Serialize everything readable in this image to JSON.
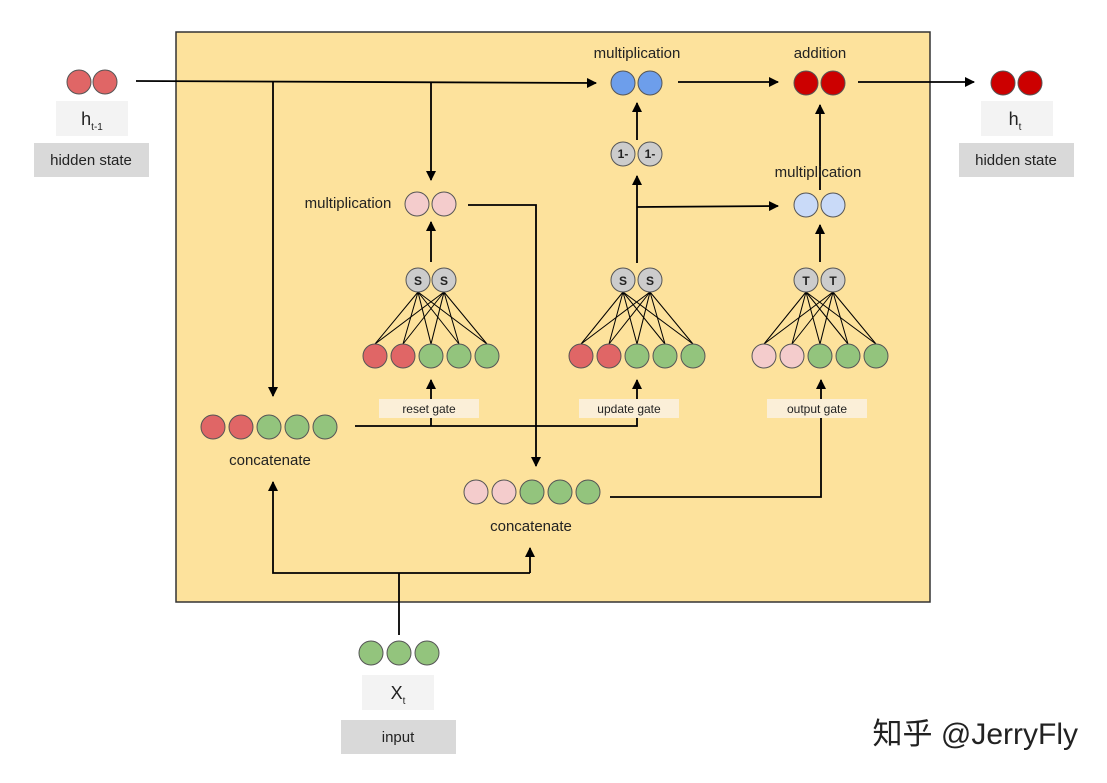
{
  "inputs": {
    "hidden_prev": {
      "symbol": "h",
      "subscript": "t-1",
      "caption": "hidden state"
    },
    "input": {
      "symbol": "X",
      "subscript": "t",
      "caption": "input"
    }
  },
  "output": {
    "symbol": "h",
    "subscript": "t",
    "caption": "hidden state"
  },
  "labels": {
    "mult_top": "multiplication",
    "addition": "addition",
    "mult_left": "multiplication",
    "mult_right": "multiplication",
    "concat_left": "concatenate",
    "concat_mid": "concatenate",
    "one_minus": "1-",
    "sigmoid": "S",
    "tanh": "T"
  },
  "gates": {
    "reset": "reset gate",
    "update": "update gate",
    "output": "output gate"
  },
  "watermark": "知乎 @JerryFly",
  "colors": {
    "box_fill": "#fde29c",
    "hidden_red": "#e06666",
    "result_red": "#cc0000",
    "green": "#93c47d",
    "pink": "#f4cccc",
    "blue": "#6d9eeb",
    "light_blue": "#c9daf8",
    "gray": "#cccccc",
    "caption_bg": "#d9d9d9"
  }
}
